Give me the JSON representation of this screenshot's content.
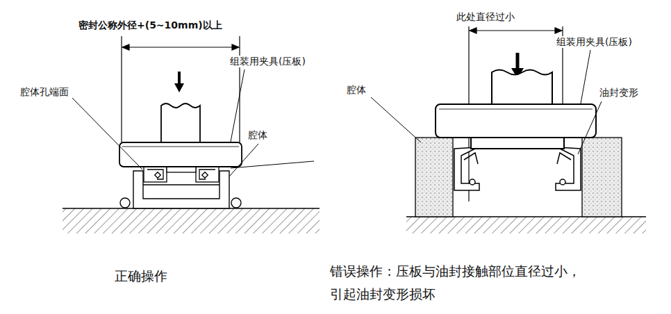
{
  "diagram": {
    "labels": [
      "密封公称外径+(5~10mm)以上",
      "组装用夹具(压板)",
      "腔体孔端面",
      "腔体",
      "正确操作",
      "此处直径过小",
      "组装用夹具(压板)",
      "腔体",
      "油封变形",
      "错误操作：压板与油封接触部位直径过小， 引起油封变形损坏"
    ]
  }
}
